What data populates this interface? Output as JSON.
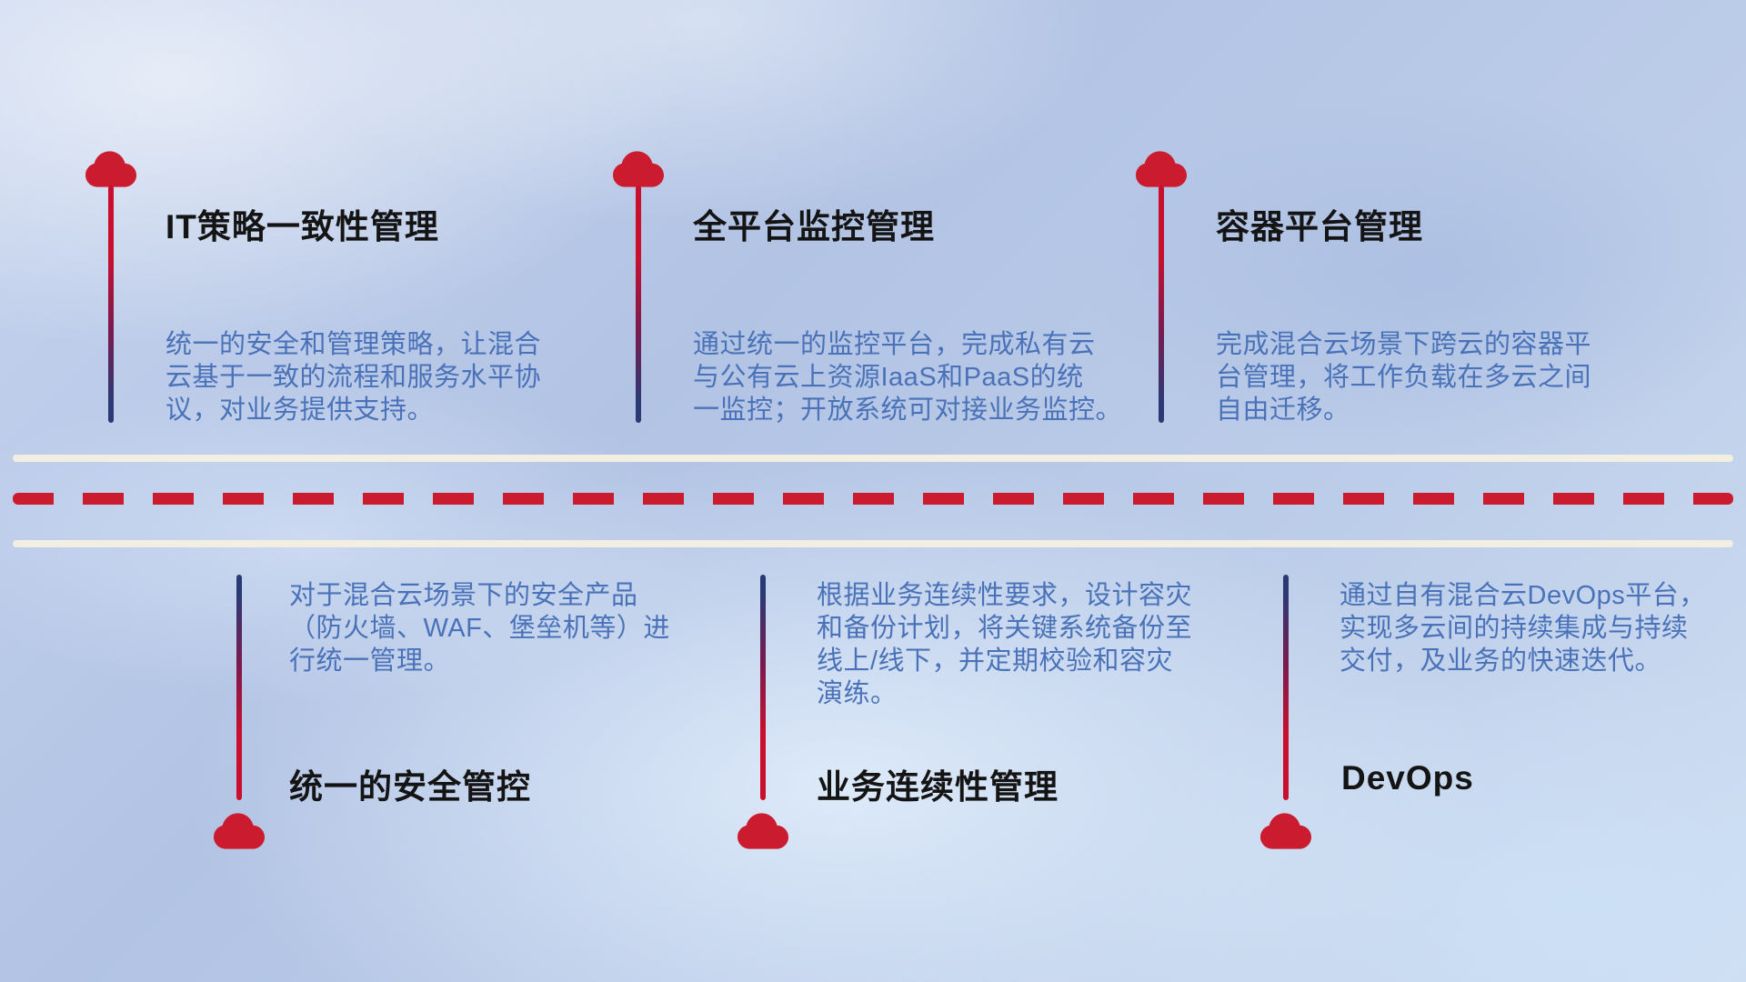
{
  "colors": {
    "accent_red": "#cb1b2f",
    "stem_navy": "#2a3a74",
    "description_blue": "#4a72b8",
    "title_black": "#141414",
    "road_cream": "#f2eee2",
    "background_blue": "#b9c9e6"
  },
  "items": [
    {
      "icon": "cloud-icon",
      "title": "IT策略一致性管理",
      "desc": "统一的安全和管理策略，让混合\n云基于一致的流程和服务水平协\n议，对业务提供支持。"
    },
    {
      "icon": "cloud-icon",
      "title": "全平台监控管理",
      "desc": "通过统一的监控平台，完成私有云\n与公有云上资源IaaS和PaaS的统\n一监控；开放系统可对接业务监控。"
    },
    {
      "icon": "cloud-icon",
      "title": "容器平台管理",
      "desc": "完成混合云场景下跨云的容器平\n台管理，将工作负载在多云之间\n自由迁移。"
    },
    {
      "icon": "cloud-icon",
      "title": "统一的安全管控",
      "desc": "对于混合云场景下的安全产品\n（防火墙、WAF、堡垒机等）进\n行统一管理。"
    },
    {
      "icon": "cloud-icon",
      "title": "业务连续性管理",
      "desc": "根据业务连续性要求，设计容灾\n和备份计划，将关键系统备份至\n线上/线下，并定期校验和容灾\n演练。"
    },
    {
      "icon": "cloud-icon",
      "title": "DevOps",
      "desc": "通过自有混合云DevOps平台，\n实现多云间的持续集成与持续\n交付，及业务的快速迭代。"
    }
  ]
}
